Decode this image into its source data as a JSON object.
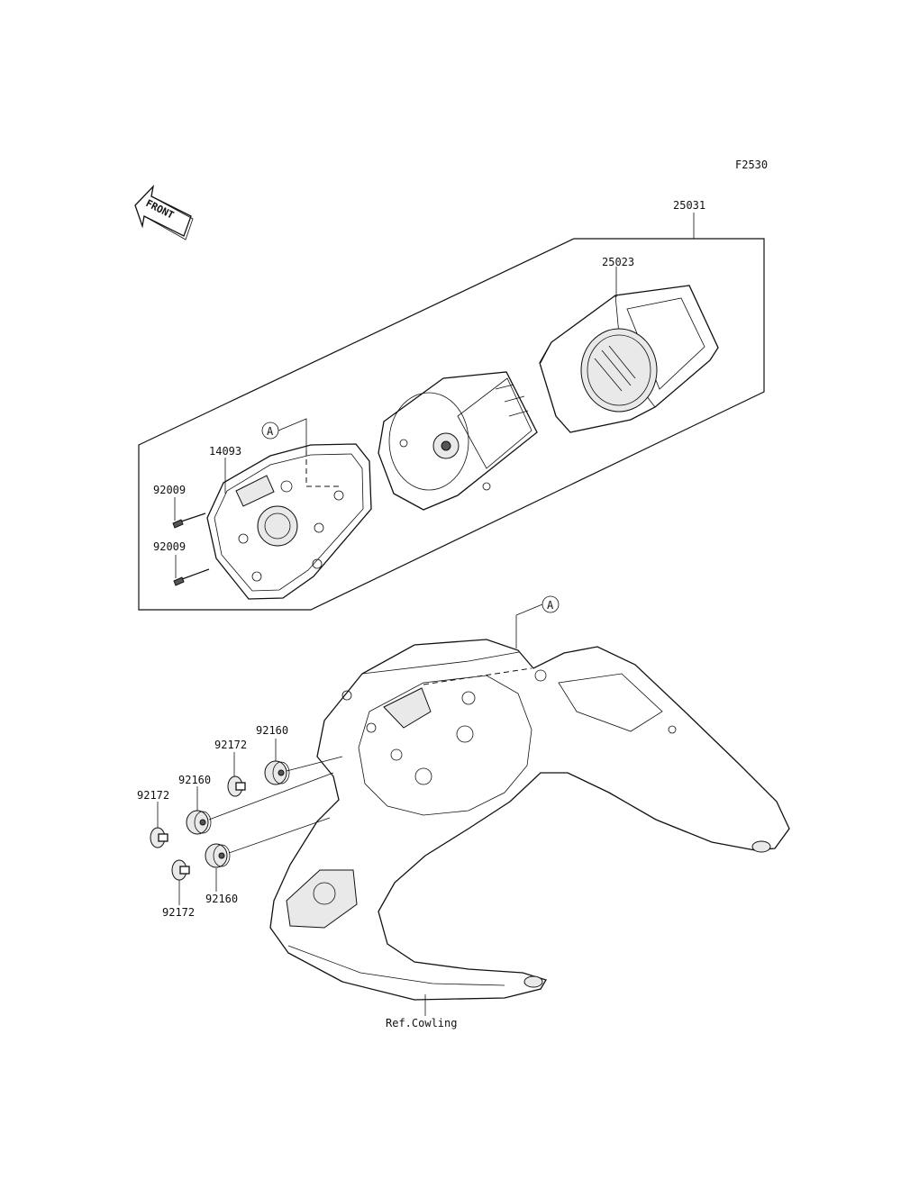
{
  "figure_code": "F2530",
  "front_arrow_label": "FRONT",
  "reference_marker": "A",
  "parts": {
    "meter_assembly": "25031",
    "meter_case_cover": "25023",
    "meter_case_bottom": "14093",
    "screw_upper": "92009",
    "screw_lower": "92009",
    "damper_upper": "92160",
    "damper_middle": "92160",
    "damper_lower": "92160",
    "collar_upper": "92172",
    "collar_middle": "92172",
    "collar_lower": "92172"
  },
  "reference_cowling": "Ref.Cowling"
}
